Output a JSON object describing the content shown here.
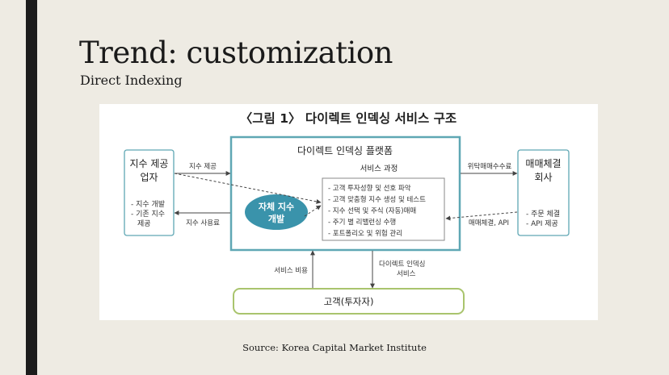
{
  "slide": {
    "title": "Trend: customization",
    "subtitle": "Direct Indexing",
    "source": "Source: Korea Capital Market Institute"
  },
  "diagram": {
    "caption": "〈그림 1〉 다이렉트 인덱싱 서비스 구조",
    "index_provider": {
      "title_line1": "지수 제공",
      "title_line2": "업자",
      "items": [
        "- 지수 개발",
        "- 기존 지수",
        "제공"
      ]
    },
    "platform": {
      "title": "다이렉트 인덱싱 플랫폼",
      "own_index_line1": "자체 지수",
      "own_index_line2": "개발",
      "process_title": "서비스 과정",
      "process_items": [
        "- 고객 투자성향 및 선호 파악",
        "- 고객 맞춤형 지수 생성 및 테스트",
        "- 지수 선택 및 주식 (자동)매매",
        "- 주기 별 리밸런싱 수행",
        "- 포트폴리오 및 위험 관리"
      ]
    },
    "broker": {
      "title_line1": "매매체결",
      "title_line2": "회사",
      "items": [
        "- 주문 체결",
        "- API 제공"
      ]
    },
    "customer": {
      "label": "고객(투자자)"
    },
    "flows": {
      "index_supply": "지수 제공",
      "index_fee": "지수 사용료",
      "commission": "위탁매매수수료",
      "execution_api": "매매체결, API",
      "service_fee": "서비스 비용",
      "direct_indexing_service_line1": "다이렉트 인덱싱",
      "direct_indexing_service_line2": "서비스"
    },
    "colors": {
      "box_border": "#5fa7b4",
      "ellipse_fill": "#3a93ab",
      "customer_border": "#a9c46d",
      "arrow": "#444444"
    }
  }
}
